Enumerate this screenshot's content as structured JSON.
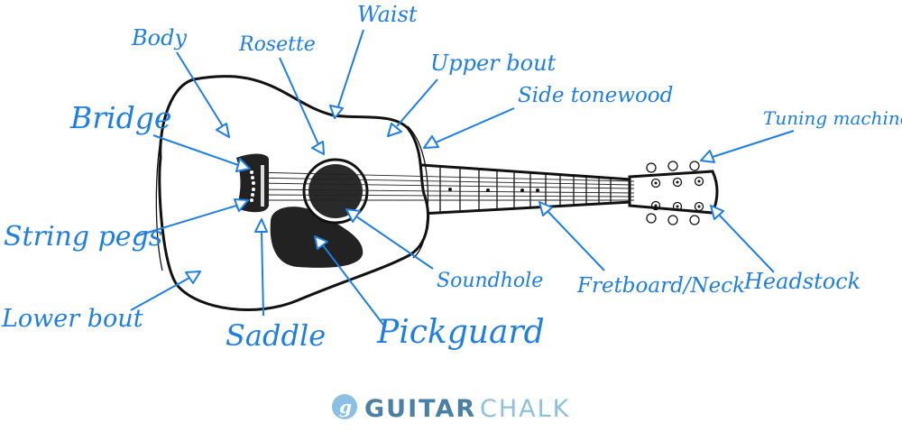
{
  "labels": {
    "body": "Body",
    "waist": "Waist",
    "rosette": "Rosette",
    "upper_bout": "Upper bout",
    "side_tonewood": "Side tonewood",
    "tuning_machines": "Tuning machines",
    "bridge": "Bridge",
    "string_pegs": "String pegs",
    "lower_bout": "Lower bout",
    "saddle": "Saddle",
    "pickguard": "Pickguard",
    "soundhole": "Soundhole",
    "fretboard_neck": "Fretboard/Neck",
    "headstock": "Headstock"
  },
  "brand": {
    "logo_letter": "g",
    "word1": "GUITAR",
    "word2": "CHALK"
  },
  "colors": {
    "label_blue": "#1d7ee6",
    "outline": "#111111",
    "brand_dark": "#4a7fa6",
    "brand_light": "#8cc0e3"
  }
}
